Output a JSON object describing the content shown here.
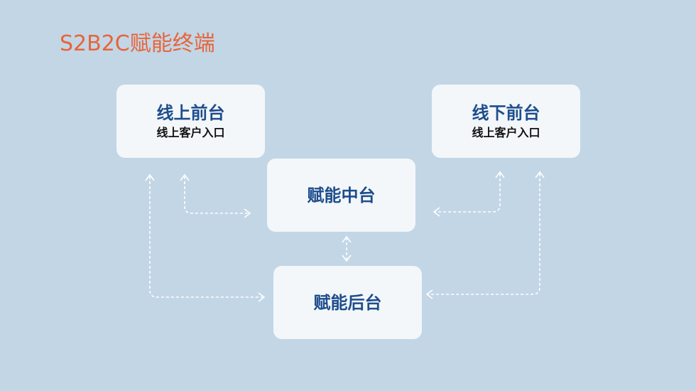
{
  "title": "S2B2C赋能终端",
  "nodes": {
    "online_front": {
      "title": "线上前台",
      "subtitle": "线上客户入口"
    },
    "offline_front": {
      "title": "线下前台",
      "subtitle": "线上客户入口"
    },
    "middle": {
      "title": "赋能中台"
    },
    "back": {
      "title": "赋能后台"
    }
  },
  "colors": {
    "background": "#c2d6e6",
    "title": "#e8643a",
    "card": "#f3f7fa",
    "card_title": "#1e4d8c",
    "connector": "#ffffff"
  }
}
